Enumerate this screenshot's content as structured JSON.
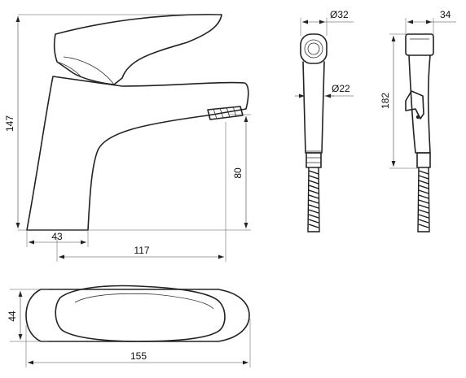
{
  "dimensions": {
    "faucet_height": "147",
    "spout_clearance": "80",
    "base_width": "43",
    "spout_reach": "117",
    "handle_height_top": "44",
    "overall_length_top": "155",
    "sprayer_head_diameter": "Ø32",
    "sprayer_handle_diameter": "Ø22",
    "holder_width": "34",
    "holder_height": "182"
  }
}
